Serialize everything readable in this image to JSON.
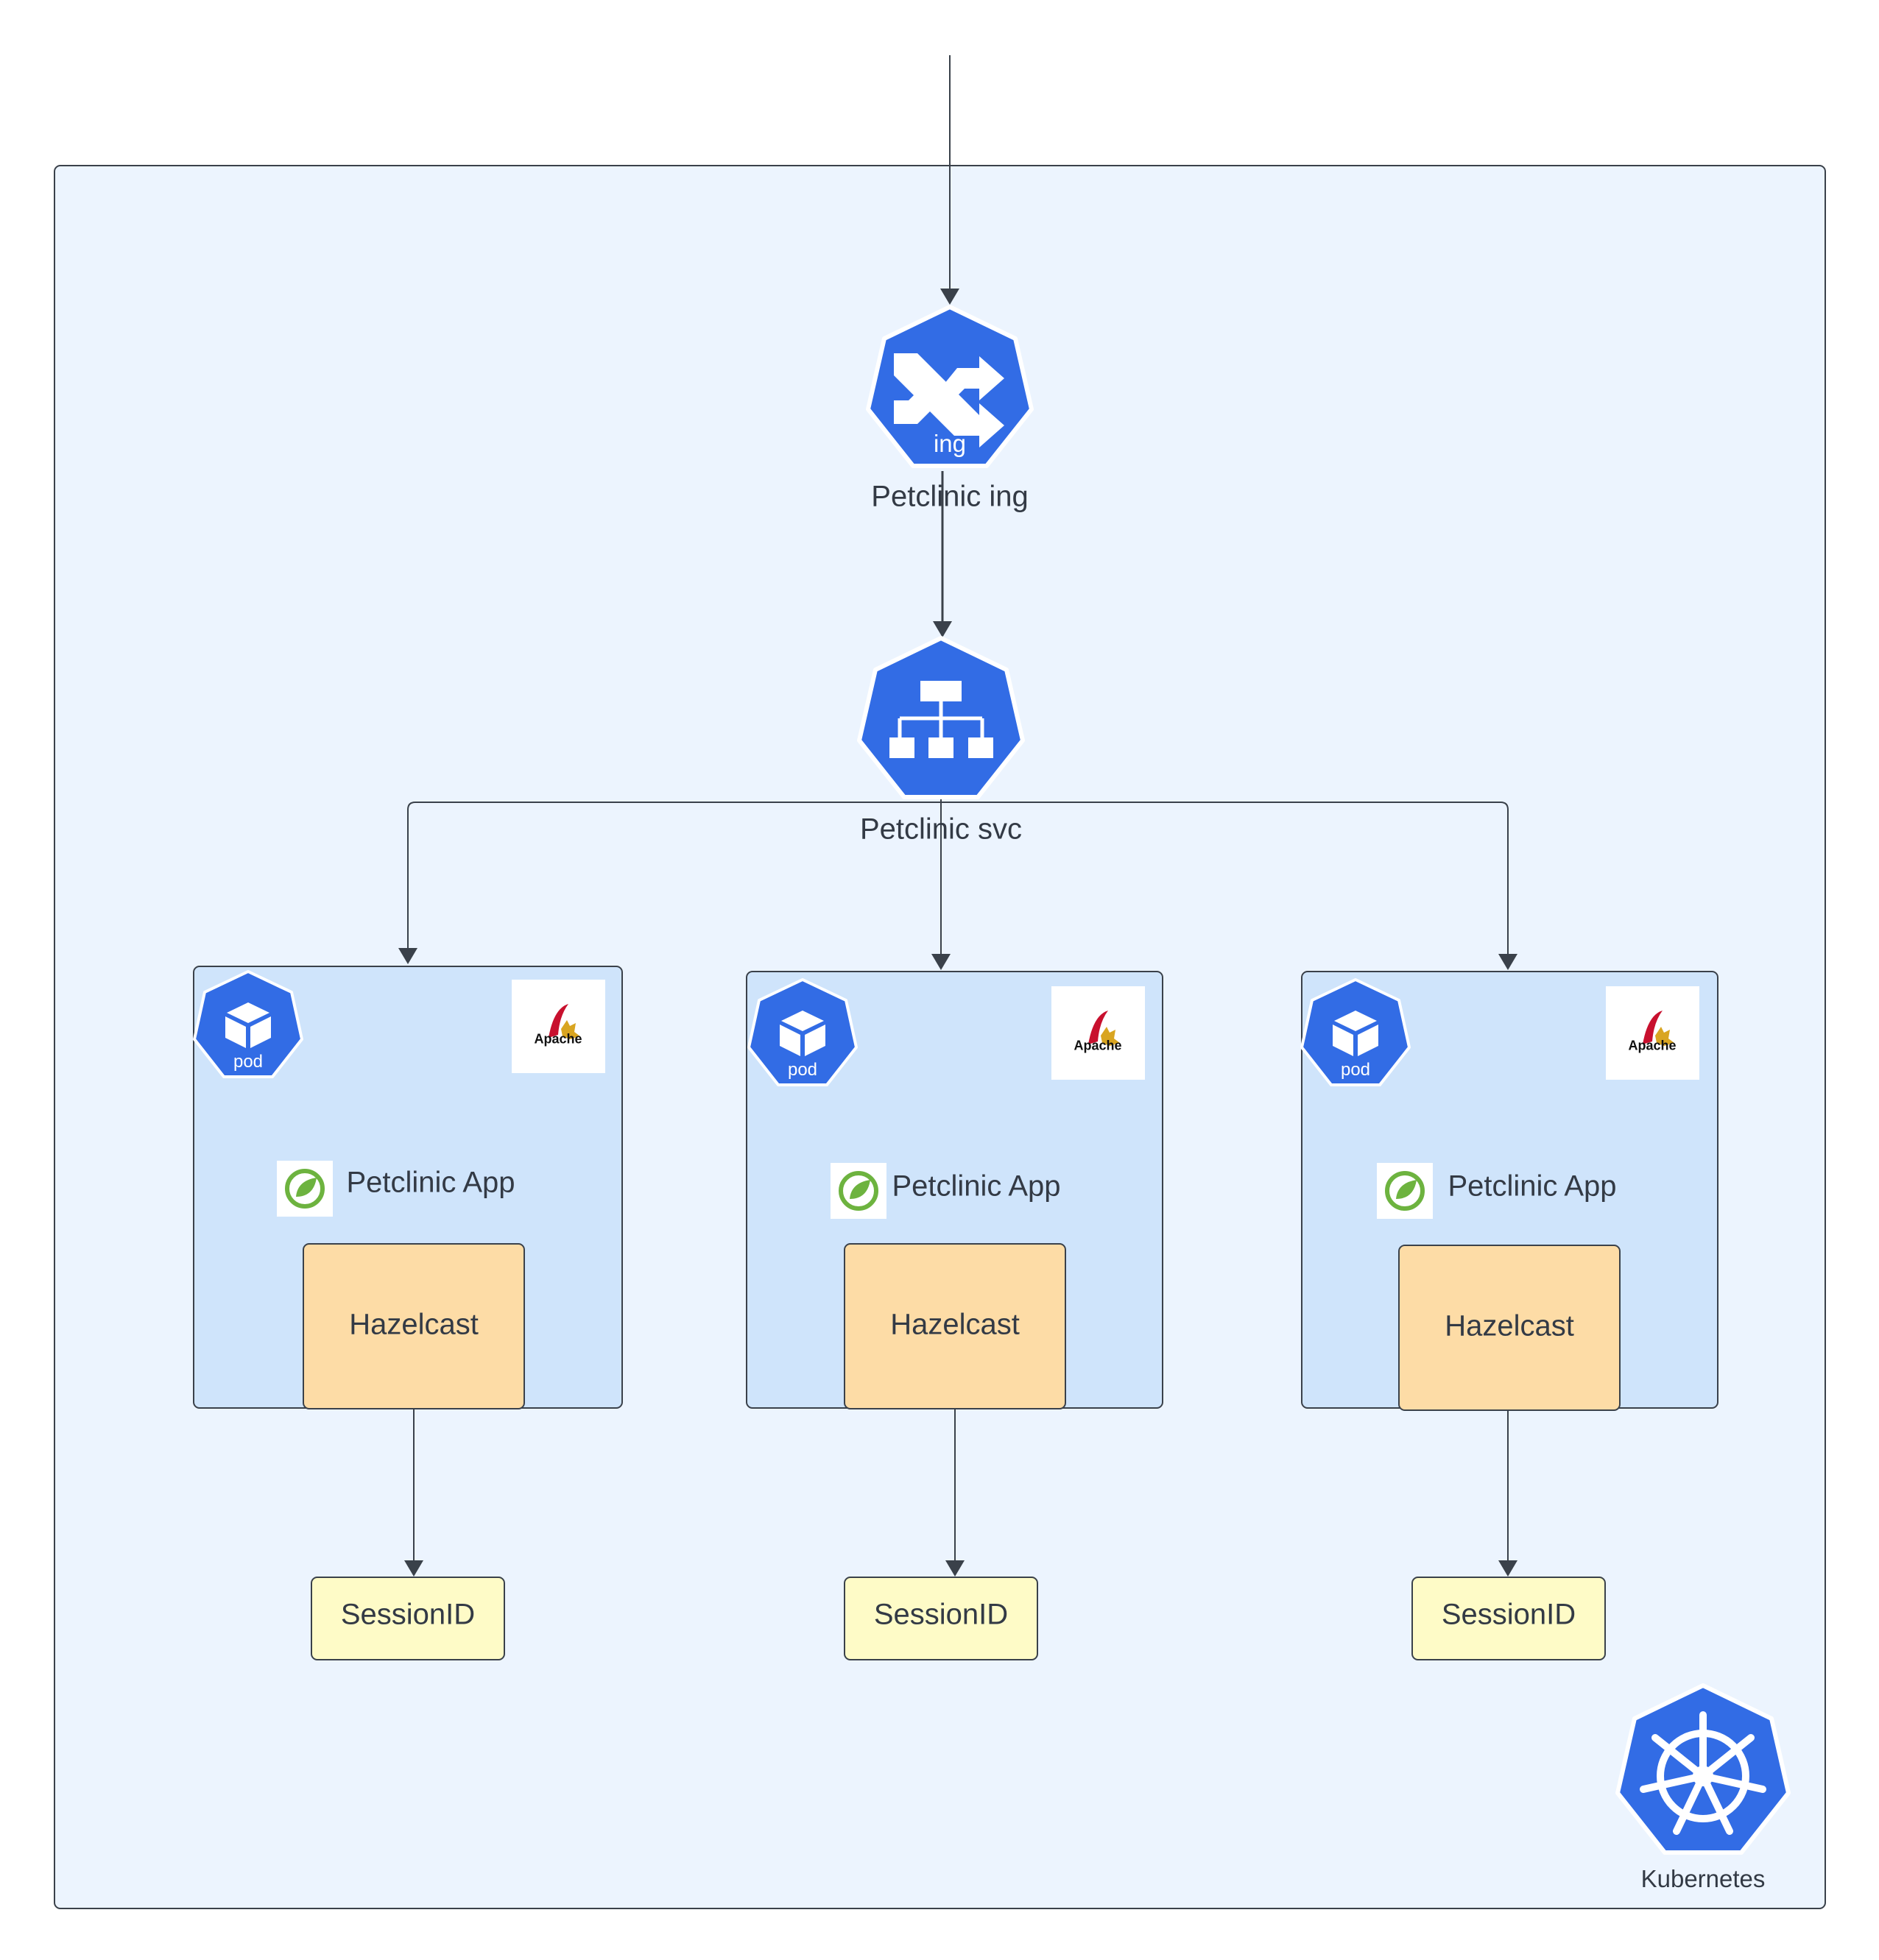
{
  "ingress": {
    "label": "Petclinic ing",
    "badge": "ing"
  },
  "service": {
    "label": "Petclinic svc"
  },
  "pods": [
    {
      "badge": "pod",
      "app_label": "Petclinic App",
      "cache_label": "Hazelcast",
      "session_label": "SessionID",
      "logo_text": "Apache"
    },
    {
      "badge": "pod",
      "app_label": "Petclinic App",
      "cache_label": "Hazelcast",
      "session_label": "SessionID",
      "logo_text": "Apache"
    },
    {
      "badge": "pod",
      "app_label": "Petclinic App",
      "cache_label": "Hazelcast",
      "session_label": "SessionID",
      "logo_text": "Apache"
    }
  ],
  "cluster": {
    "label": "Kubernetes"
  },
  "colors": {
    "cluster_fill": "#ecf4fe",
    "pod_fill": "#cfe4fb",
    "hazelcast_fill": "#fddca6",
    "session_fill": "#fefbc7",
    "k8s_blue": "#326ce5",
    "line": "#3a414a"
  }
}
